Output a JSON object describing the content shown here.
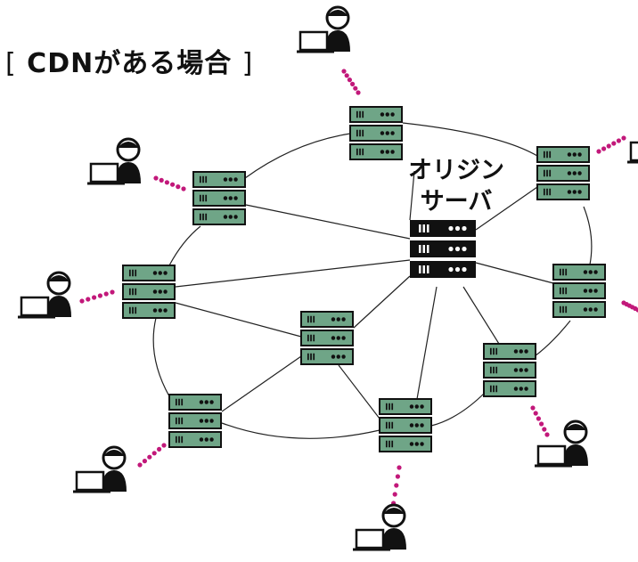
{
  "title": {
    "open_bracket": "[",
    "text": "CDNがある場合",
    "close_bracket": "]"
  },
  "origin_server": {
    "label_line1": "オリジン",
    "label_line2": "サーバ",
    "color": "#111111"
  },
  "edge_server_color": "#6fa587",
  "user_link_color": "#c2187a",
  "icons": {
    "server": "server-rack-icon",
    "user": "user-at-laptop-icon"
  }
}
